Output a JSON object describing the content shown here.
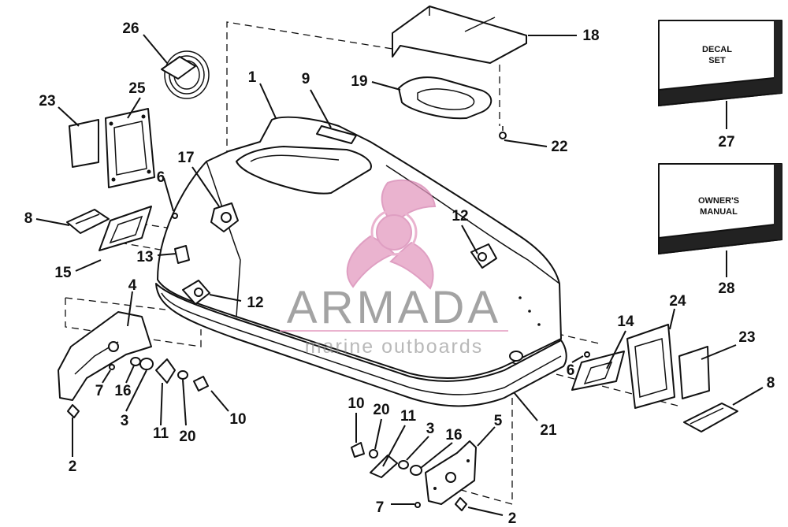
{
  "boxes": {
    "decal": {
      "line1": "DECAL",
      "line2": "SET"
    },
    "manual": {
      "line1": "OWNER'S",
      "line2": "MANUAL"
    }
  },
  "watermark": {
    "title": "ARMADA",
    "subtitle": "marine outboards",
    "logo_color": "#e39ac0",
    "text_color": "#6f6f6f"
  },
  "callouts": {
    "c1": "1",
    "c2a": "2",
    "c2b": "2",
    "c3a": "3",
    "c3b": "3",
    "c4": "4",
    "c5": "5",
    "c6a": "6",
    "c6b": "6",
    "c7a": "7",
    "c7b": "7",
    "c8a": "8",
    "c8b": "8",
    "c9": "9",
    "c10a": "10",
    "c10b": "10",
    "c11a": "11",
    "c11b": "11",
    "c12a": "12",
    "c12b": "12",
    "c13": "13",
    "c14": "14",
    "c15": "15",
    "c16a": "16",
    "c16b": "16",
    "c17": "17",
    "c18": "18",
    "c19": "19",
    "c20a": "20",
    "c20b": "20",
    "c21": "21",
    "c22": "22",
    "c23a": "23",
    "c23b": "23",
    "c24": "24",
    "c25": "25",
    "c26": "26",
    "c27": "27",
    "c28": "28"
  }
}
